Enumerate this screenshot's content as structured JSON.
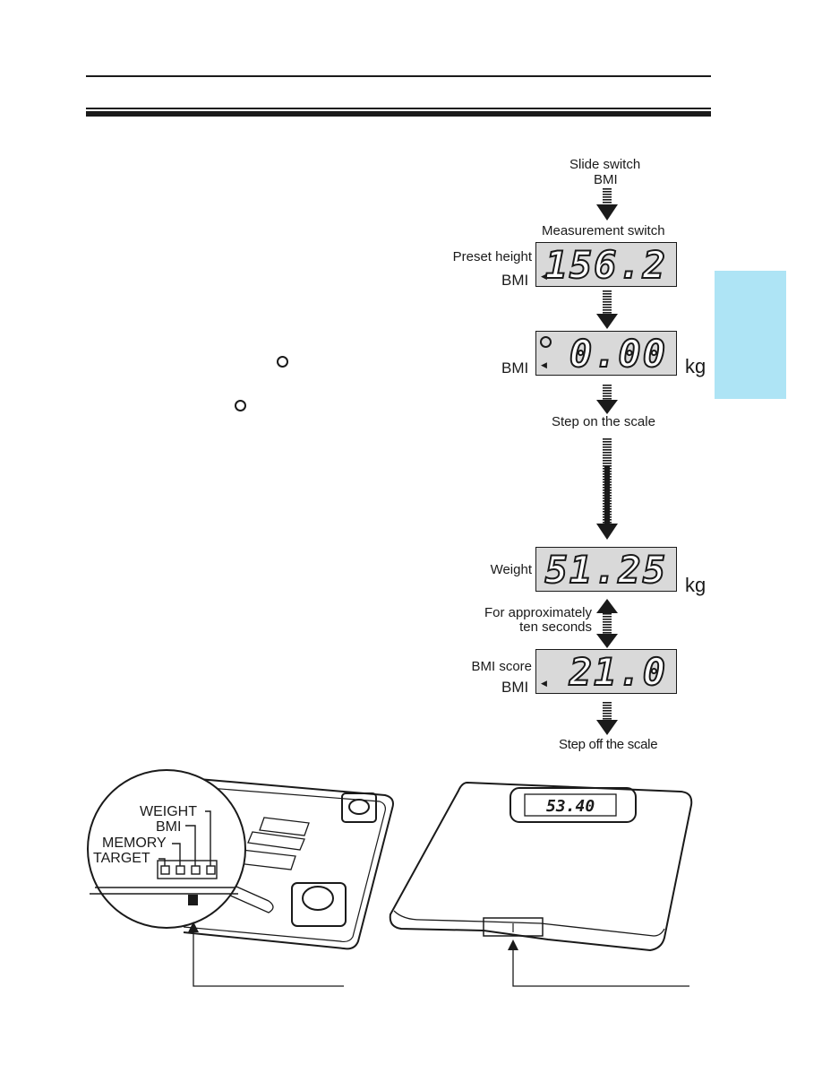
{
  "flow": {
    "slide_switch": "Slide switch",
    "slide_switch_bmi": "BMI",
    "measurement_switch": "Measurement switch",
    "preset_height": "Preset height",
    "step_on": "Step on the scale",
    "weight": "Weight",
    "approx_line1": "For approximately",
    "approx_line2": "ten seconds",
    "bmi_score": "BMI score",
    "step_off": "Step off the scale",
    "bmi_label": "BMI",
    "kg_label": "kg"
  },
  "displays": {
    "preset_height_value": "156.2",
    "zero_value": "0.00",
    "weight_value": "51.25",
    "bmi_value": "21.0"
  },
  "illustration": {
    "switch_labels": [
      "WEIGHT",
      "BMI",
      "MEMORY",
      "TARGET"
    ],
    "scale_display": "53.40"
  },
  "colors": {
    "tab": "#aee4f5",
    "lcd": "#d9d9d9",
    "ink": "#1a1a1a"
  }
}
